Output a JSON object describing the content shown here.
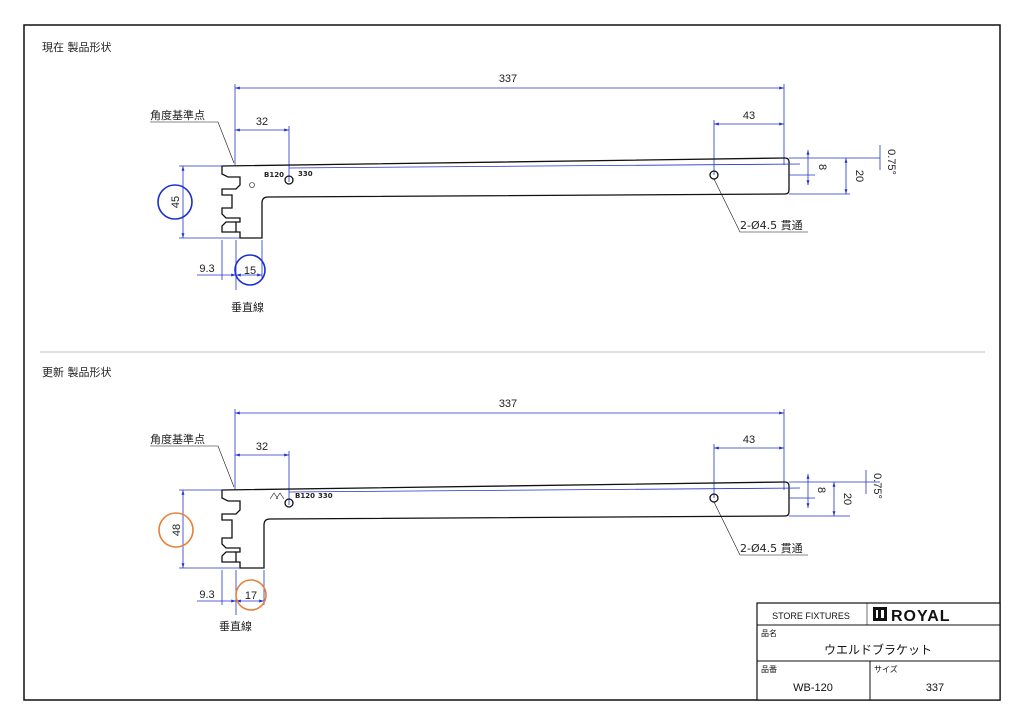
{
  "sections": [
    {
      "title": "現在 製品形状",
      "dims": {
        "overall": "337",
        "left_offset": "32",
        "right_offset": "43",
        "datum_label": "角度基準点",
        "hook_height": "45",
        "notch_gap": "9.3",
        "hook_width": "15",
        "vertical_label": "垂直線",
        "hole_note": "2-Ø4.5 貫通",
        "right_h1": "8",
        "right_h2": "20",
        "angle": "0.75°"
      },
      "stamp": {
        "model": "B120",
        "length": "330"
      },
      "circle_color": "#1a2fd0"
    },
    {
      "title": "更新 製品形状",
      "dims": {
        "overall": "337",
        "left_offset": "32",
        "right_offset": "43",
        "datum_label": "角度基準点",
        "hook_height": "48",
        "notch_gap": "9.3",
        "hook_width": "17",
        "vertical_label": "垂直線",
        "hole_note": "2-Ø4.5 貫通",
        "right_h1": "8",
        "right_h2": "20",
        "angle": "0.75°"
      },
      "stamp": {
        "model": "B120",
        "length": "330"
      },
      "circle_color": "#e8803a"
    }
  ],
  "title_block": {
    "company_tag": "STORE FIXTURES",
    "brand": "ROYAL",
    "name_label": "品名",
    "name_value": "ウエルドブラケット",
    "part_label": "品番",
    "part_value": "WB-120",
    "size_label": "サイズ",
    "size_value": "337"
  }
}
